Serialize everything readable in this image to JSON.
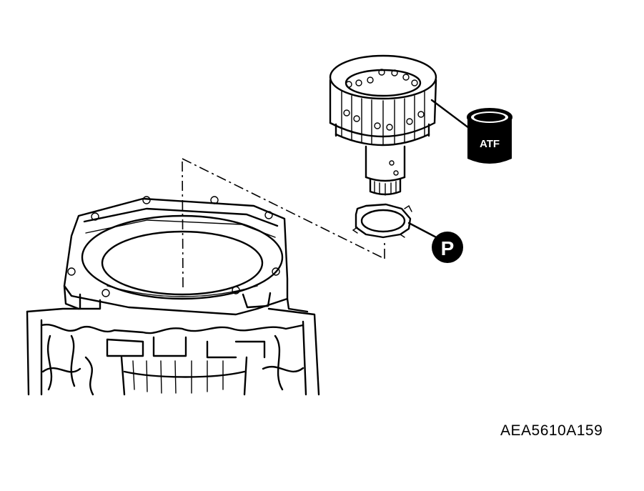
{
  "labels": {
    "atf": "ATF",
    "p": "P"
  },
  "figure_id": "AEA5610A159"
}
